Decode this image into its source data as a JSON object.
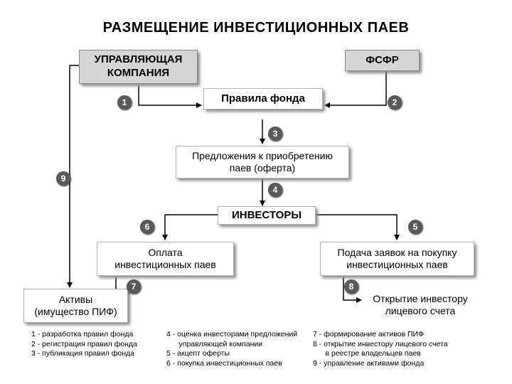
{
  "title": "РАЗМЕЩЕНИЕ ИНВЕСТИЦИОННЫХ ПАЕВ",
  "boxes": {
    "manager": "УПРАВЛЯЮЩАЯ\nКОМПАНИЯ",
    "fsfr": "ФСФР",
    "rules": "Правила фонда",
    "offer": "Предложения к приобретению\nпаев (оферта)",
    "investors": "ИНВЕСТОРЫ",
    "payment": "Оплата\nинвестиционных паев",
    "application": "Подача заявок на покупку\nинвестиционных паев",
    "assets": "Активы\n(имущество ПИФ)",
    "account": "Открытие инвестору\nлицевого счета"
  },
  "badges": [
    "1",
    "2",
    "3",
    "4",
    "5",
    "6",
    "7",
    "8",
    "9"
  ],
  "legend": {
    "col1": "1 - разработка правил фонда\n2 - регистрация правил фонда\n3 - публикация правил фонда",
    "col2": "4 - оценка инвесторами предложений\n      управляющей компании\n5 - акцепт оферты\n6 - покупка инвестиционных паев",
    "col3": "7 - формирование активов ПИФ\n8 - открытие инвестору лицевого счета\n      в реестре владельцев паев\n9 - управление активами фонда"
  },
  "colors": {
    "box_gray": "#d6d6d6",
    "badge": "#5a5a5a",
    "line": "#000000"
  }
}
